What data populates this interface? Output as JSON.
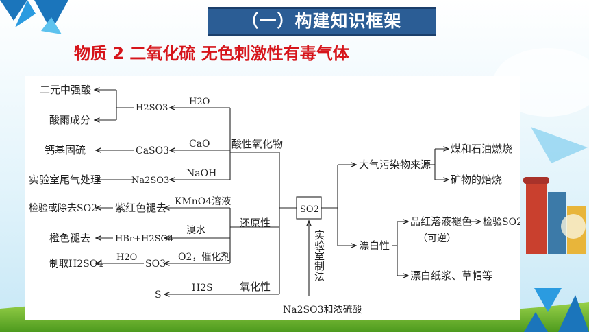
{
  "header": {
    "title": "（一）构建知识框架",
    "subtitle": "物质 2 二氧化硫 无色刺激性有毒气体"
  },
  "colors": {
    "title_bg": "#2b5d95",
    "subtitle": "#d6151b",
    "line": "#222222"
  },
  "diagram": {
    "center": "SO2",
    "categories": {
      "acid_oxide": "酸性氧化物",
      "reducing": "还原性",
      "oxidizing": "氧化性",
      "lab_prep": "实验室制法",
      "lab_reagents": "Na2SO3和浓硫酸"
    },
    "left": {
      "h2so3": "H2SO3",
      "strong_acid": "二元中强酸",
      "acid_rain": "酸雨成分",
      "caso3": "CaSO3",
      "calcium_sulfur": "钙基固硫",
      "na2so3": "Na2SO3",
      "tail_gas": "实验室尾气处理",
      "purple_fade": "紫红色褪去",
      "test_remove": "检验或除去SO2",
      "hbr": "HBr+H2SO4",
      "orange_fade": "橙色褪去",
      "so3": "SO3",
      "h2o_label": "H2O",
      "make_h2so4": "制取H2SO4",
      "s": "S"
    },
    "reagents": {
      "h2o": "H2O",
      "cao": "CaO",
      "naoh": "NaOH",
      "kmno4": "KMnO4溶液",
      "bromine": "溴水",
      "o2": "O2，催化剂",
      "h2s": "H2S"
    },
    "right": {
      "pollution": "大气污染物来源",
      "coal": "煤和石油燃烧",
      "ore": "矿物的焙烧",
      "bleach": "漂白性",
      "pinred": "品红溶液褪色",
      "reversible": "（可逆）",
      "test_so2": "检验SO2",
      "pulp": "漂白纸浆、草帽等"
    }
  }
}
